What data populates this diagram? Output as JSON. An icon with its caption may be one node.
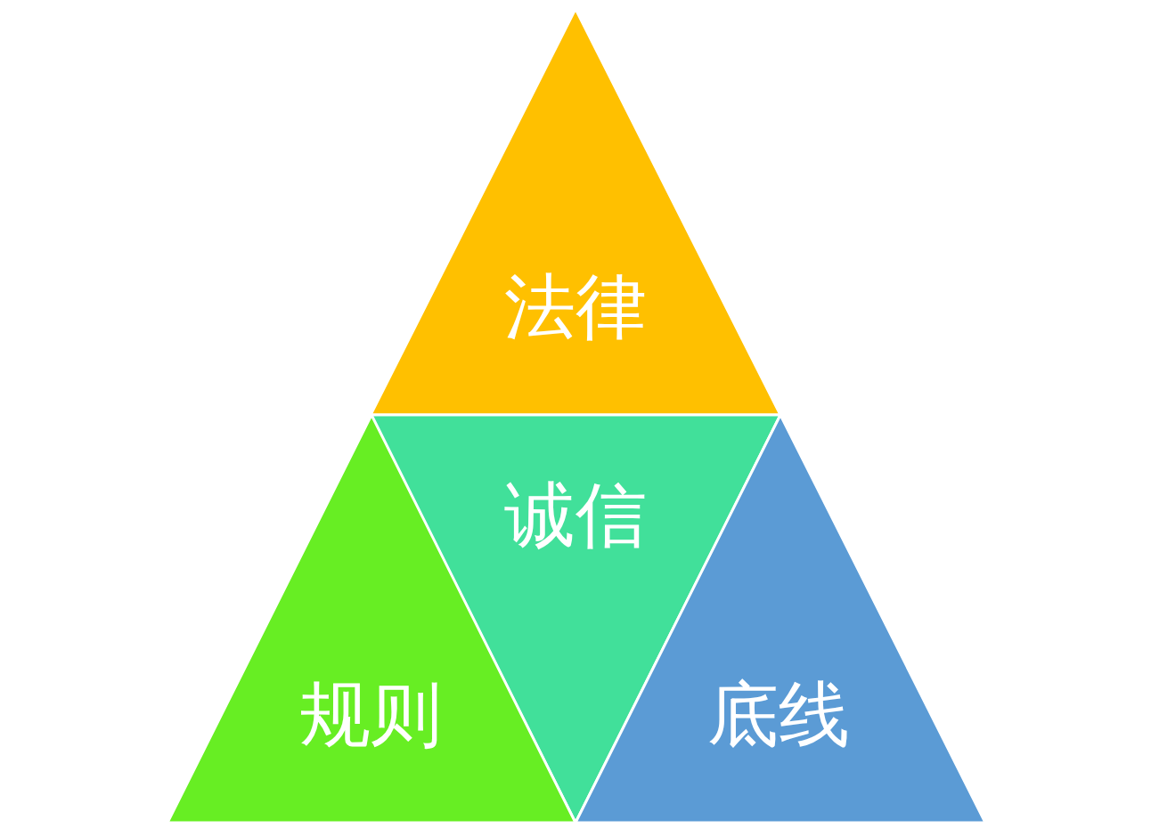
{
  "diagram": {
    "nodes": [
      {
        "text": [
          "法律"
        ]
      },
      {
        "text": [
          "诚信"
        ]
      },
      {
        "text": [
          "规则"
        ]
      },
      {
        "text": [
          "底线"
        ]
      }
    ]
  }
}
